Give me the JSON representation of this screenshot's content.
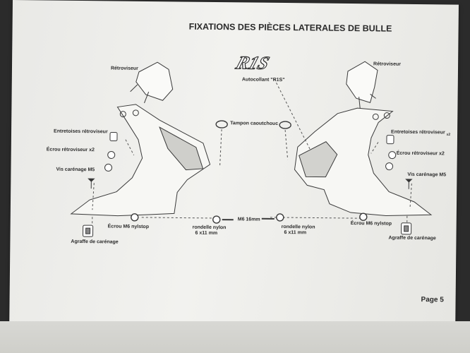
{
  "document": {
    "title": "FIXATIONS DES PIÈCES LATERALES DE BULLE",
    "page_label": "Page 5"
  },
  "logo": {
    "text": "R1S"
  },
  "labels": {
    "retroviseur_left": "Rétroviseur",
    "retroviseur_right": "Rétroviseur",
    "autocollant": "Autocollant \"R1S\"",
    "tampon": "Tampon caoutchouc",
    "entretoises_left": "Entretoises rétroviseur",
    "entretoises_right": "Entretoises rétroviseur",
    "entretoises_right_qty": "x2",
    "ecrou_retro_left": "Écrou rétroviseur x2",
    "ecrou_retro_right": "Écrou rétroviseur x2",
    "vis_left": "Vis carénage M5",
    "vis_right": "Vis carénage M5",
    "ecrou_m6_left": "Écrou M6 nylstop",
    "ecrou_m6_right": "Écrou M6 nylstop",
    "rondelle_left": "rondelle nylon",
    "rondelle_left_size": "6 x11 mm",
    "rondelle_right": "rondelle nylon",
    "rondelle_right_size": "6 x11 mm",
    "m6": "M6 16mm",
    "agrafe_left": "Agraffe de carénage",
    "agrafe_right": "Agraffe de carénage"
  }
}
